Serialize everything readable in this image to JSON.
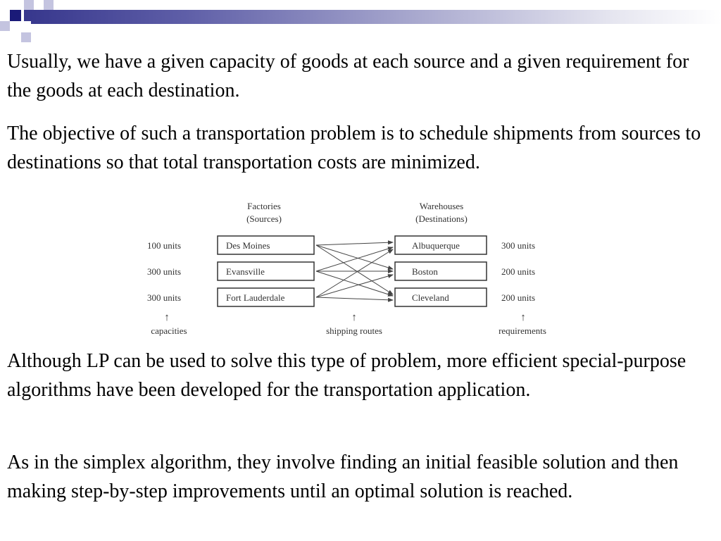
{
  "paragraphs": [
    "Usually, we have a given capacity of goods at each source and a given requirement for the goods at each destination.",
    "The objective of such a transportation problem is to schedule shipments from sources to destinations so that total transportation costs are minimized.",
    "Although LP can be used to solve this type of problem, more efficient special-purpose algorithms have been developed for the transportation application.",
    "As in the simplex algorithm, they involve finding an initial feasible solution and then making step-by-step improvements until an optimal solution is reached."
  ],
  "diagram": {
    "factories_header": "Factories",
    "factories_subheader": "(Sources)",
    "warehouses_header": "Warehouses",
    "warehouses_subheader": "(Destinations)",
    "factories": [
      "Des Moines",
      "Evansville",
      "Fort Lauderdale"
    ],
    "capacities": [
      "100 units",
      "300 units",
      "300 units"
    ],
    "warehouses": [
      "Albuquerque",
      "Boston",
      "Cleveland"
    ],
    "requirements": [
      "300 units",
      "200 units",
      "200 units"
    ],
    "arrow_glyph": "↑",
    "capacities_label": "capacities",
    "routes_label": "shipping routes",
    "requirements_label": "requirements"
  },
  "colors": {
    "header_dark": "#1a1a78",
    "header_light": "#c4c4e0"
  }
}
